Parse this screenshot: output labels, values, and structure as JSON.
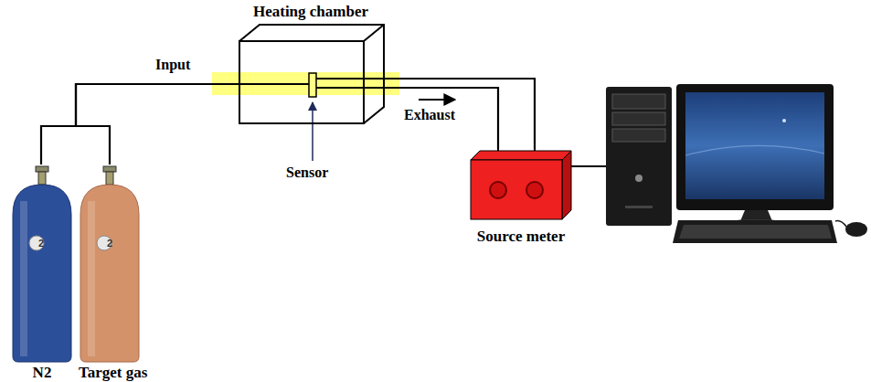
{
  "diagram": {
    "nodes": [
      {
        "text": [
          "N2"
        ]
      },
      {
        "text": [
          "Target gas"
        ]
      },
      {
        "text": [
          "Heating chamber"
        ]
      },
      {
        "text": [
          "Source meter"
        ]
      }
    ],
    "edges": [
      {
        "from": 0,
        "to": 2,
        "arrow": "none"
      },
      {
        "from": 1,
        "to": 2,
        "arrow": "none"
      },
      {
        "from": 2,
        "to": 3,
        "arrow": "none"
      }
    ],
    "labels": [
      "Input",
      "Sensor",
      "Exhaust",
      "2",
      "2"
    ]
  }
}
